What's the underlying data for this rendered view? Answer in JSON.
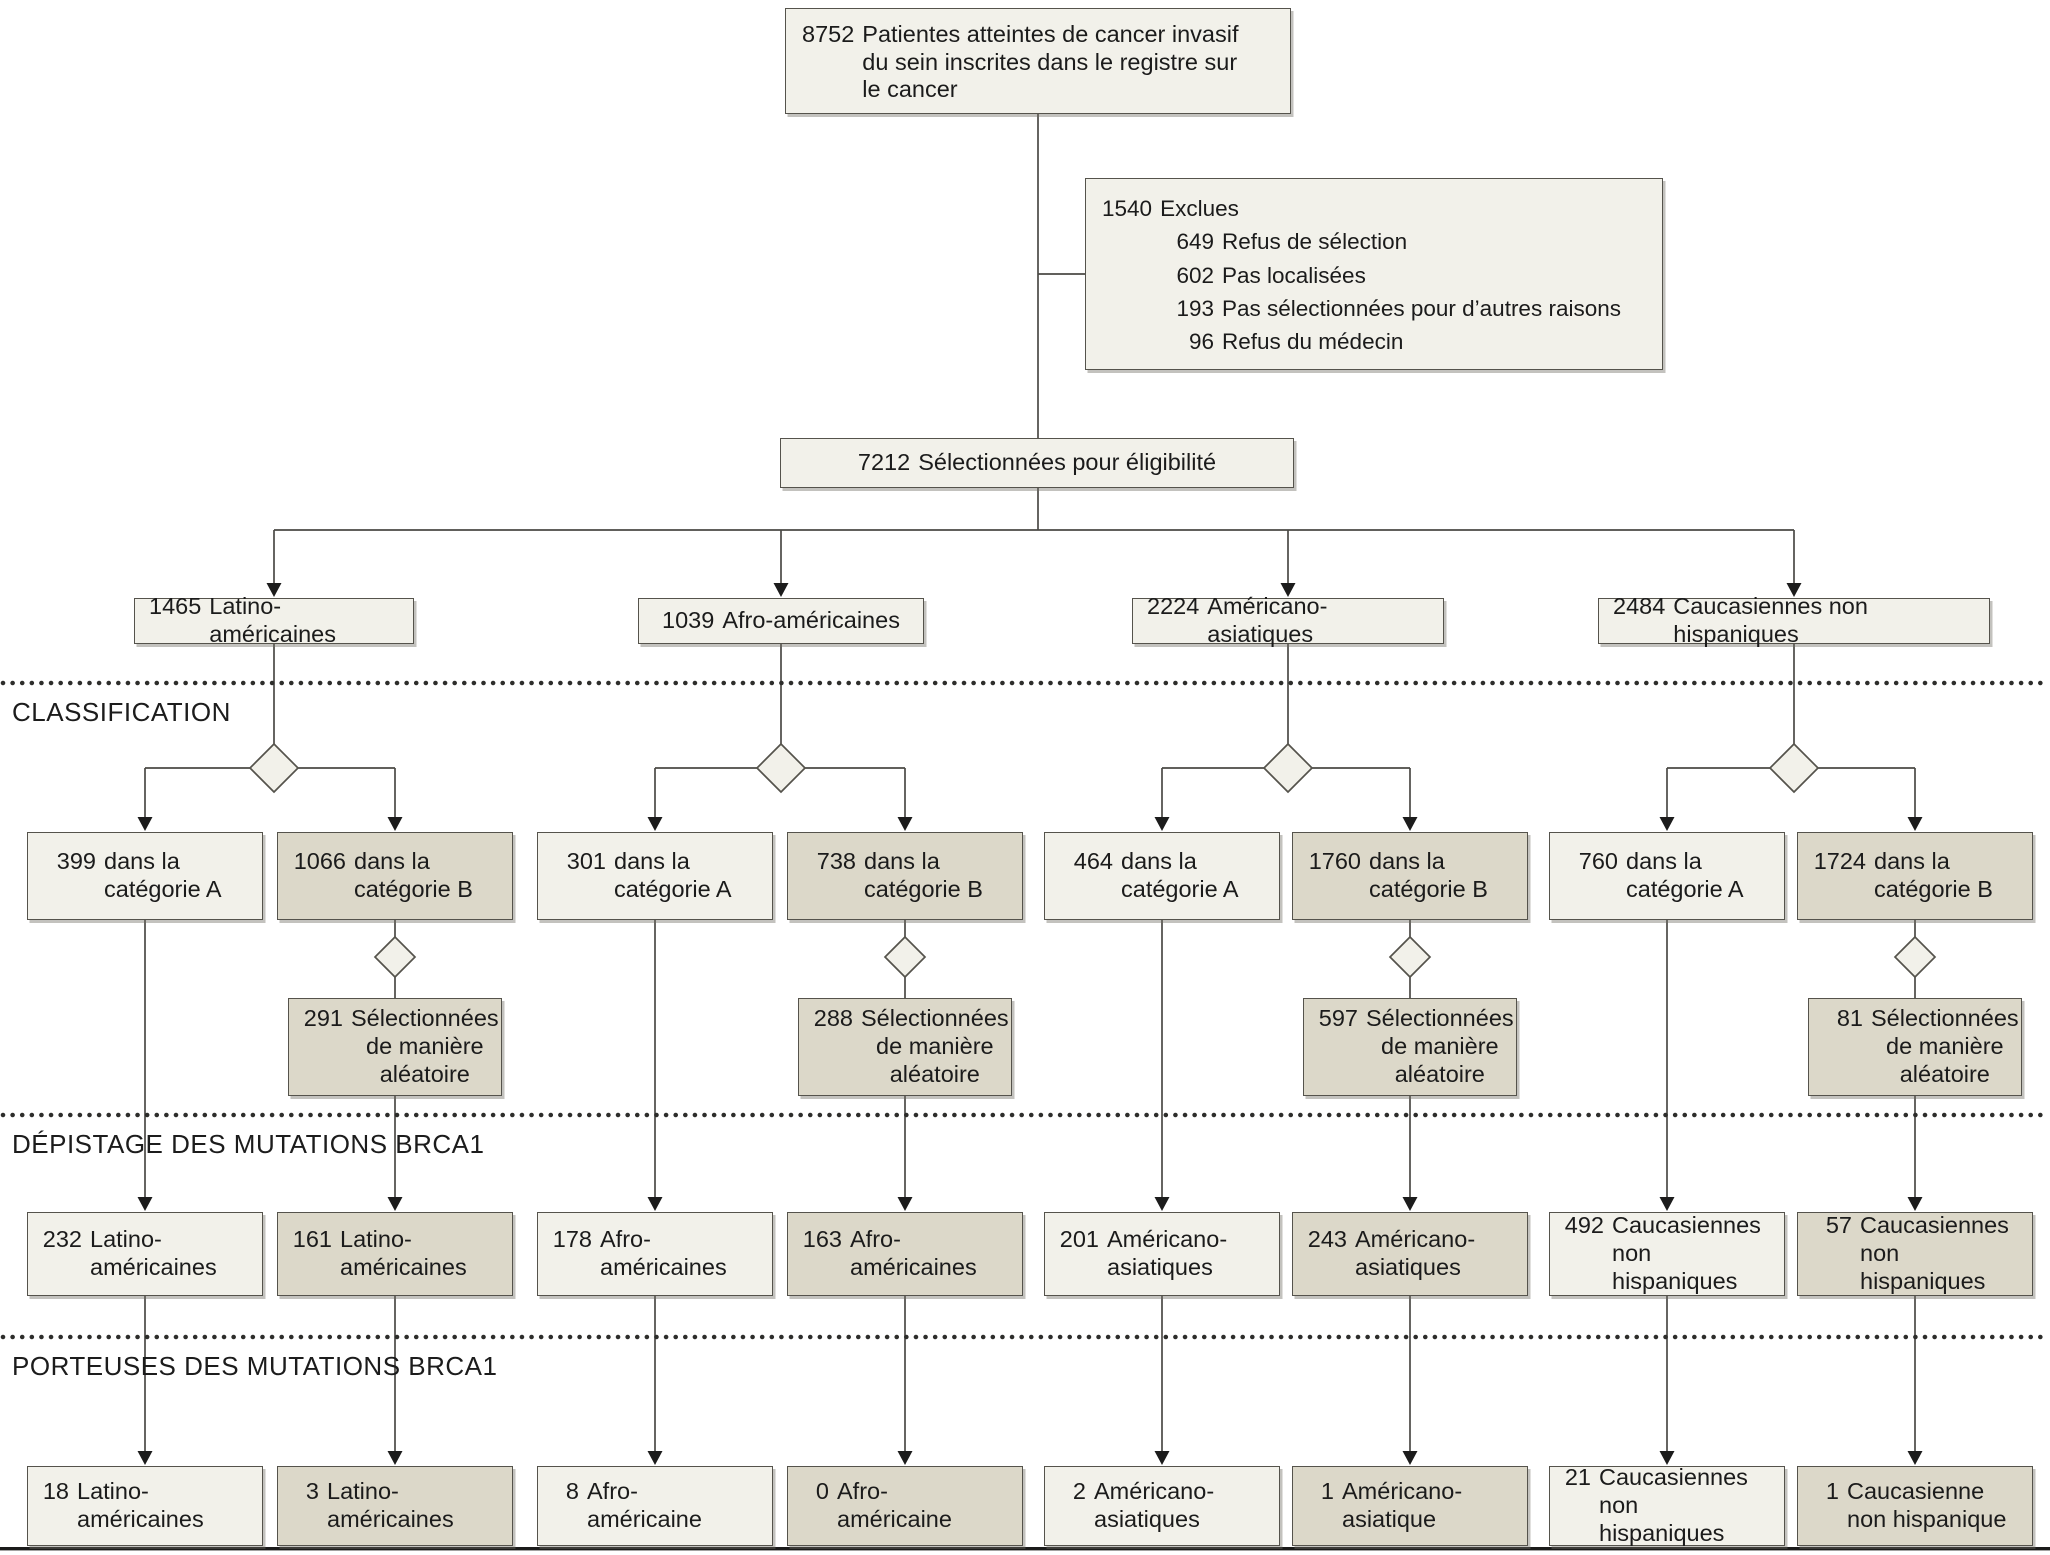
{
  "colors": {
    "box_light": "#f2f1ea",
    "box_dark": "#dcd8c9",
    "border": "#55534c",
    "line": "#4b4a46",
    "text": "#1b1b1b"
  },
  "top_box": {
    "number": "8752",
    "lines": [
      "Patientes atteintes de cancer invasif",
      "du sein inscrites dans le registre sur",
      "le cancer"
    ]
  },
  "exclusion_box": {
    "number": "1540",
    "label": "Exclues",
    "items": [
      {
        "number": "649",
        "label": "Refus de sélection"
      },
      {
        "number": "602",
        "label": "Pas localisées"
      },
      {
        "number": "193",
        "label": "Pas sélectionnées pour d’autres raisons"
      },
      {
        "number": "96",
        "label": "Refus du médecin"
      }
    ]
  },
  "eligibility_box": {
    "number": "7212",
    "label": "Sélectionnées pour éligibilité"
  },
  "group_boxes": [
    {
      "number": "1465",
      "label": "Latino-américaines"
    },
    {
      "number": "1039",
      "label": "Afro-américaines"
    },
    {
      "number": "2224",
      "label": "Américano-asiatiques"
    },
    {
      "number": "2484",
      "label": "Caucasiennes non hispaniques"
    }
  ],
  "section_labels": {
    "classification": "CLASSIFICATION",
    "depistage": "DÉPISTAGE DES MUTATIONS BRCA1",
    "porteuses": "PORTEUSES DES MUTATIONS BRCA1"
  },
  "category_boxes": [
    {
      "number": "399",
      "lines": [
        "dans la",
        "catégorie A"
      ]
    },
    {
      "number": "1066",
      "lines": [
        "dans la",
        "catégorie B"
      ]
    },
    {
      "number": "301",
      "lines": [
        "dans la",
        "catégorie A"
      ]
    },
    {
      "number": "738",
      "lines": [
        "dans la",
        "catégorie B"
      ]
    },
    {
      "number": "464",
      "lines": [
        "dans la",
        "catégorie A"
      ]
    },
    {
      "number": "1760",
      "lines": [
        "dans la",
        "catégorie B"
      ]
    },
    {
      "number": "760",
      "lines": [
        "dans la",
        "catégorie A"
      ]
    },
    {
      "number": "1724",
      "lines": [
        "dans la",
        "catégorie B"
      ]
    }
  ],
  "random_boxes": [
    {
      "number": "291",
      "lines": [
        "Sélectionnées",
        "de manière",
        "aléatoire"
      ]
    },
    {
      "number": "288",
      "lines": [
        "Sélectionnées",
        "de manière",
        "aléatoire"
      ]
    },
    {
      "number": "597",
      "lines": [
        "Sélectionnées",
        "de manière",
        "aléatoire"
      ]
    },
    {
      "number": "81",
      "lines": [
        "Sélectionnées",
        "de manière",
        "aléatoire"
      ]
    }
  ],
  "screening_boxes": [
    {
      "number": "232",
      "lines": [
        "Latino-",
        "américaines"
      ]
    },
    {
      "number": "161",
      "lines": [
        "Latino-",
        "américaines"
      ]
    },
    {
      "number": "178",
      "lines": [
        "Afro-",
        "américaines"
      ]
    },
    {
      "number": "163",
      "lines": [
        "Afro-",
        "américaines"
      ]
    },
    {
      "number": "201",
      "lines": [
        "Américano-",
        "asiatiques"
      ]
    },
    {
      "number": "243",
      "lines": [
        "Américano-",
        "asiatiques"
      ]
    },
    {
      "number": "492",
      "lines": [
        "Caucasiennes",
        "non hispaniques"
      ]
    },
    {
      "number": "57",
      "lines": [
        "Caucasiennes",
        "non hispaniques"
      ]
    }
  ],
  "carrier_boxes": [
    {
      "number": "18",
      "lines": [
        "Latino-",
        "américaines"
      ]
    },
    {
      "number": "3",
      "lines": [
        "Latino-",
        "américaines"
      ]
    },
    {
      "number": "8",
      "lines": [
        "Afro-",
        "américaine"
      ]
    },
    {
      "number": "0",
      "lines": [
        "Afro-",
        "américaine"
      ]
    },
    {
      "number": "2",
      "lines": [
        "Américano-",
        "asiatiques"
      ]
    },
    {
      "number": "1",
      "lines": [
        "Américano-",
        "asiatique"
      ]
    },
    {
      "number": "21",
      "lines": [
        "Caucasiennes",
        "non hispaniques"
      ]
    },
    {
      "number": "1",
      "lines": [
        "Caucasienne",
        "non hispanique"
      ]
    }
  ]
}
